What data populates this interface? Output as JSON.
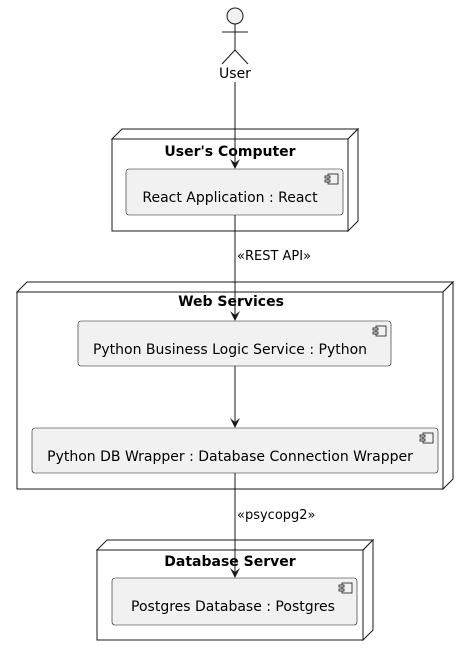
{
  "actor": {
    "label": "User"
  },
  "nodes": {
    "users_computer": {
      "title": "User's Computer"
    },
    "web_services": {
      "title": "Web Services"
    },
    "database_server": {
      "title": "Database Server"
    }
  },
  "components": {
    "react_app": {
      "label": "React Application : React"
    },
    "python_business": {
      "label": "Python Business Logic Service : Python"
    },
    "python_db_wrapper": {
      "label": "Python DB Wrapper : Database Connection Wrapper"
    },
    "postgres_db": {
      "label": "Postgres Database : Postgres"
    }
  },
  "edges": {
    "rest_api": {
      "label": "«REST API»"
    },
    "psycopg2": {
      "label": "«psycopg2»"
    }
  },
  "colors": {
    "node_fill": "#ffffff",
    "component_fill": "#f1f1f1",
    "stroke": "#181818"
  }
}
